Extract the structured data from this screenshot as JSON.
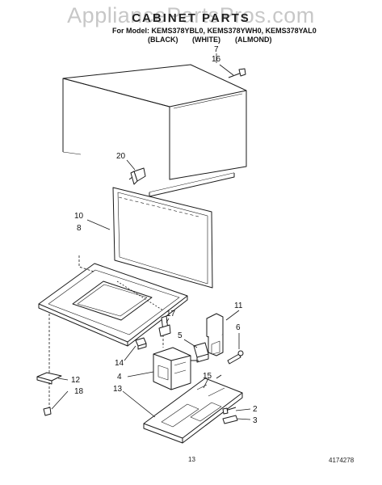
{
  "watermark": "AppliancePartsPros.com",
  "header": {
    "title": "CABINET PARTS",
    "model_prefix": "For Model:",
    "models": [
      "KEMS378YBL0,",
      "KEMS378YWH0,",
      "KEMS378YAL0"
    ],
    "colors": [
      "(BLACK)",
      "(WHITE)",
      "(ALMOND)"
    ]
  },
  "callouts": [
    "7",
    "16",
    "20",
    "10",
    "8",
    "11",
    "17",
    "6",
    "5",
    "14",
    "4",
    "15",
    "12",
    "18",
    "13",
    "2",
    "3"
  ],
  "footer": {
    "page_number": "13",
    "figure_id": "4174278"
  }
}
